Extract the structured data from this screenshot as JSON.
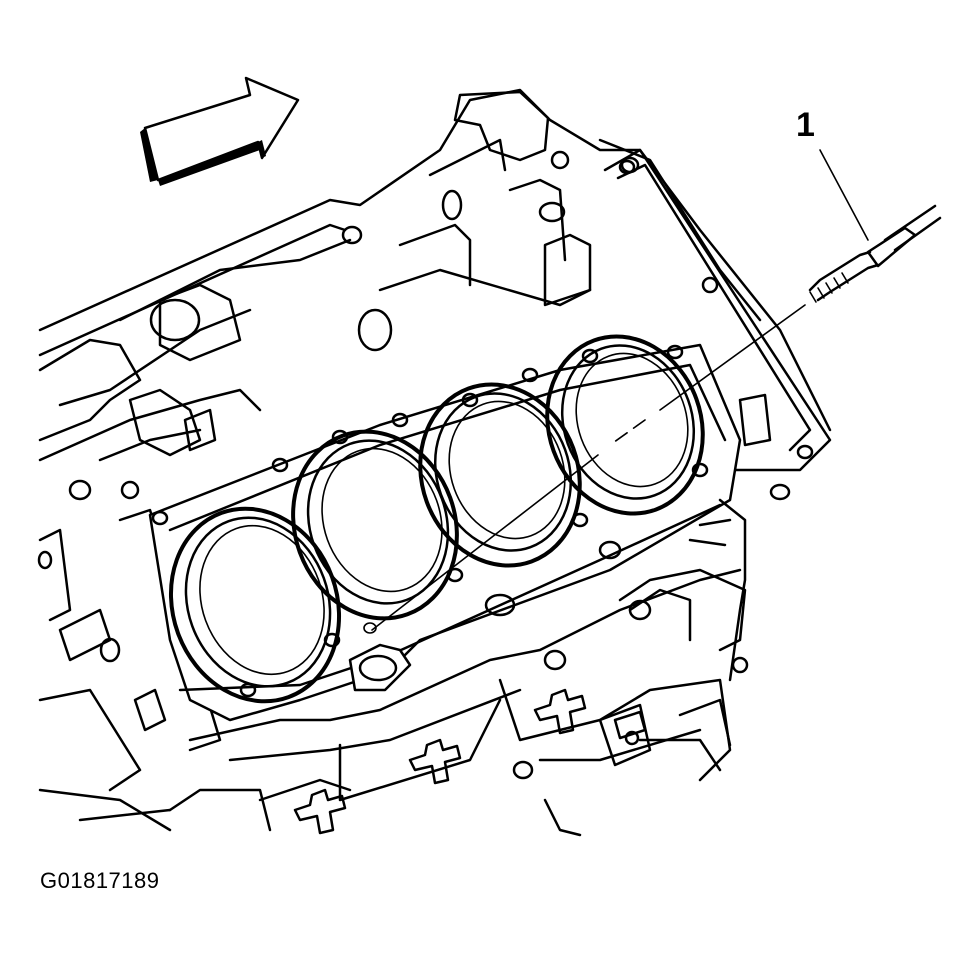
{
  "callout": {
    "number": "1"
  },
  "figure": {
    "code": "G01817189"
  },
  "icons": {
    "direction_arrow": "front-direction-arrow-icon",
    "pointer": "callout-leader-line",
    "component": "engine-block-line-art"
  },
  "colors": {
    "line": "#000000",
    "background": "#ffffff"
  }
}
